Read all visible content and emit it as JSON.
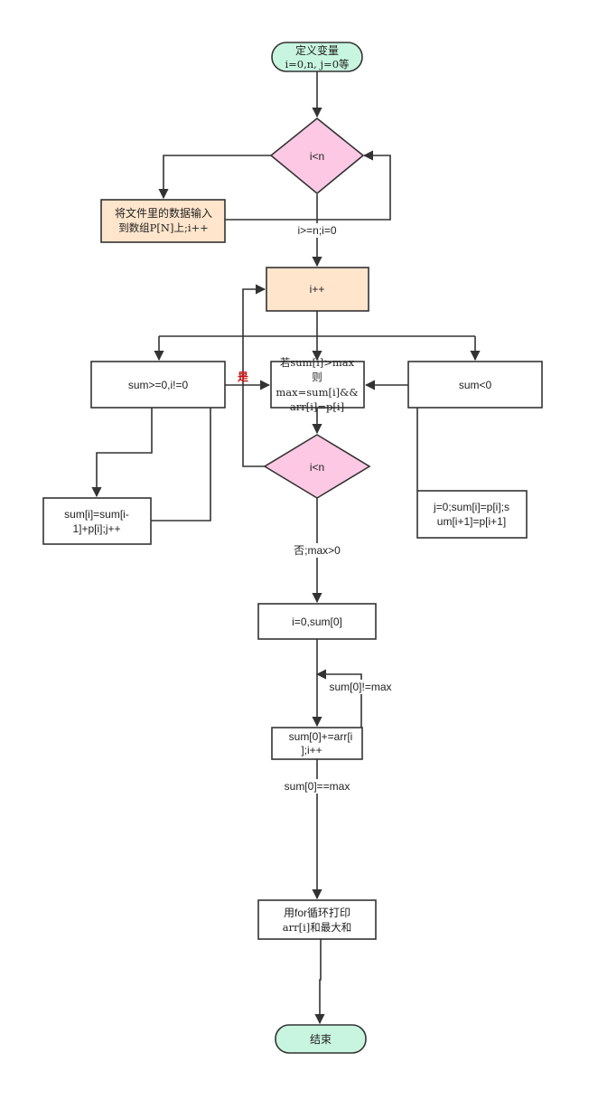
{
  "colors": {
    "terminal_fill": "#c8f5e0",
    "decision_fill": "#fcc8e4",
    "process_fill": "#ffe5cc",
    "plain_fill": "#ffffff",
    "stroke": "#333333",
    "yes_label": "#cc1111"
  },
  "nodes": {
    "start": {
      "lines": [
        "定义变量",
        "i=0,n, j=0等"
      ]
    },
    "decision_1": {
      "lines": [
        "i<n"
      ]
    },
    "input_box": {
      "lines": [
        "将文件里的数据输入",
        "到数组P[N]上;i++"
      ]
    },
    "i_inc": {
      "lines": [
        "i++"
      ]
    },
    "cond_left": {
      "lines": [
        "sum>=0,i!=0"
      ]
    },
    "center_box": {
      "lines": [
        "若sum[i]>max",
        "则",
        "max=sum[i]&&",
        "arr[i]=p[i]"
      ]
    },
    "cond_right": {
      "lines": [
        "sum<0"
      ]
    },
    "sum_calc": {
      "lines": [
        "sum[i]=sum[i-",
        "1]+p[i];j++"
      ]
    },
    "decision_2": {
      "lines": [
        "i<n"
      ]
    },
    "reset_box": {
      "lines": [
        "j=0;sum[i]=p[i];s",
        "um[i+1]=p[i+1]"
      ]
    },
    "init_box": {
      "lines": [
        "i=0,sum[0]"
      ]
    },
    "accum_box": {
      "lines": [
        "sum[0]+=arr[i",
        "];i++"
      ]
    },
    "print_box": {
      "lines": [
        "用for循环打印",
        "arr[i]和最大和"
      ]
    },
    "end": {
      "lines": [
        "结束"
      ]
    }
  },
  "edge_labels": {
    "loop_exit": "i>=n;i=0",
    "yes": "是",
    "no_exit": "否;max>0",
    "not_equal": "sum[0]!=max",
    "equal": "sum[0]==max"
  }
}
